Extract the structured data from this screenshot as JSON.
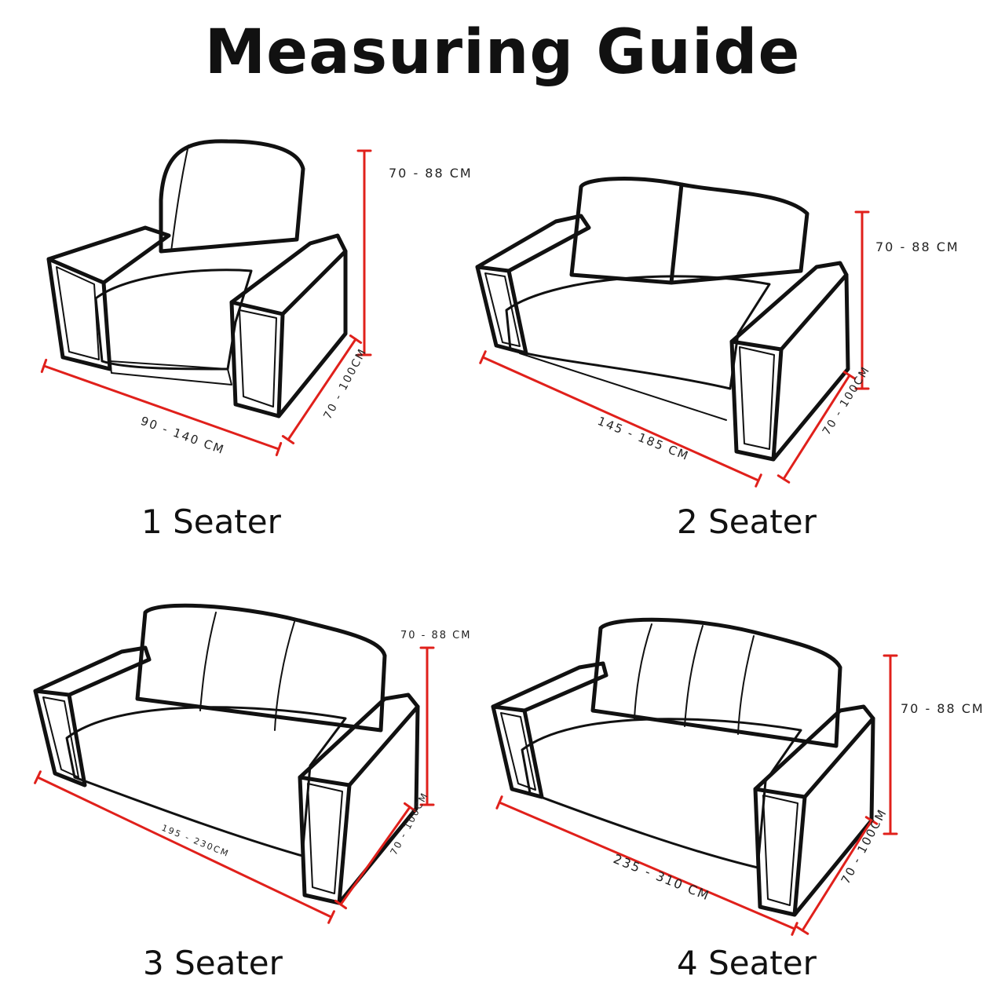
{
  "title": "Measuring Guide",
  "accent_color": "#e0201b",
  "items": [
    {
      "caption": "1 Seater",
      "height": "70 - 88 CM",
      "width": "90 - 140 CM",
      "depth": "70 - 100CM"
    },
    {
      "caption": "2 Seater",
      "height": "70 - 88 CM",
      "width": "145 - 185 CM",
      "depth": "70 - 100CM"
    },
    {
      "caption": "3 Seater",
      "height": "70 - 88 CM",
      "width": "195 - 230CM",
      "depth": "70 - 100CM"
    },
    {
      "caption": "4 Seater",
      "height": "70 - 88 CM",
      "width": "235 - 310 CM",
      "depth": "70 - 100CM"
    }
  ]
}
